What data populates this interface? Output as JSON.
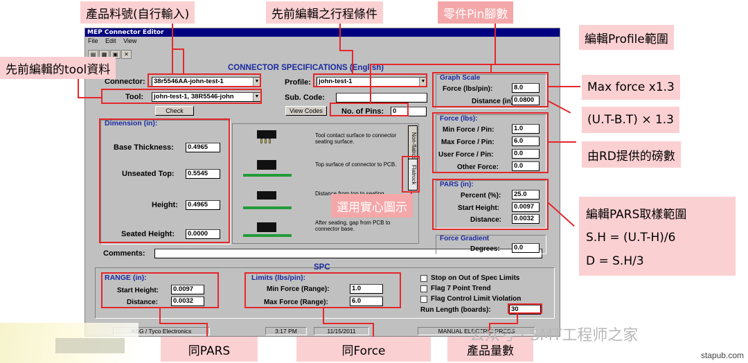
{
  "window": {
    "title": "MEP Connector Editor",
    "menu": [
      "File",
      "Edit",
      "View"
    ]
  },
  "specs": {
    "heading": "CONNECTOR SPECIFICATIONS (English)",
    "connector_label": "Connector:",
    "connector_value": "38r5546AA-john-test-1",
    "tool_label": "Tool:",
    "tool_value": "john-test-1, 38R5546-john",
    "check_button": "Check",
    "profile_label": "Profile:",
    "profile_value": "john-test-1",
    "subcode_label": "Sub. Code:",
    "subcode_value": "",
    "view_codes_button": "View Codes",
    "pins_label": "No. of Pins:",
    "pins_value": "0"
  },
  "dimension": {
    "heading": "Dimension (in):",
    "base_label": "Base Thickness:",
    "base_value": "0.4965",
    "unseated_label": "Unseated Top:",
    "unseated_value": "0.5545",
    "height_label": "Height:",
    "height_value": "0.4965",
    "seated_label": "Seated Height:",
    "seated_value": "0.0000"
  },
  "diagram": {
    "note1": "Tool contact surface to connector seating surface.",
    "note2": "Top surface of connector to PCB.",
    "note3": "Distance from top to seating ...",
    "note4": "After seating, gap from PCB to connector base.",
    "tab_nonflatrock": "Non-flatrock",
    "tab_flatrock": "Flatrock"
  },
  "comments_label": "Comments:",
  "graph_scale": {
    "heading": "Graph Scale",
    "force_label": "Force (lbs/pin):",
    "force_value": "8.0",
    "distance_label": "Distance (in):",
    "distance_value": "0.0800"
  },
  "force": {
    "heading": "Force (lbs):",
    "min_label": "Min Force / Pin:",
    "min_value": "1.0",
    "max_label": "Max Force / Pin:",
    "max_value": "6.0",
    "user_label": "User Force / Pin:",
    "user_value": "0.0",
    "other_label": "Other Force:",
    "other_value": "0.0"
  },
  "pars": {
    "heading": "PARS (in):",
    "percent_label": "Percent (%):",
    "percent_value": "25.0",
    "start_label": "Start Height:",
    "start_value": "0.0097",
    "distance_label": "Distance:",
    "distance_value": "0.0032"
  },
  "gradient": {
    "heading": "Force Gradient",
    "degrees_label": "Degrees:",
    "degrees_value": "0.0"
  },
  "spc": {
    "heading": "SPC",
    "range_heading": "RANGE (in):",
    "start_label": "Start Height:",
    "start_value": "0.0097",
    "distance_label": "Distance:",
    "distance_value": "0.0032",
    "limits_heading": "Limits (lbs/pin):",
    "min_label": "Min Force (Range):",
    "min_value": "1.0",
    "max_label": "Max Force (Range):",
    "max_value": "6.0",
    "chk_stop": "Stop on Out of Spec Limits",
    "chk_flag7": "Flag 7 Point Trend",
    "chk_flagcl": "Flag Control Limit Violation",
    "runlen_label": "Run Length (boards):",
    "runlen_value": "30"
  },
  "status": {
    "company": "ASG / Tyco Electronics",
    "time": "3:17 PM",
    "date": "11/15/2011",
    "mode": "MANUAL ELECTRIC PRESS"
  },
  "callouts": {
    "part_no": "產品料號(自行輸入)",
    "profile_prev": "先前編輯之行程條件",
    "pin_count": "零件Pin腳數",
    "profile_range": "編輯Profile範圍",
    "tool_prev": "先前編輯的tool資料",
    "max_force": "Max force x1.3",
    "ut_bt": "(U.T-B.T) × 1.3",
    "rd_force": "由RD提供的磅數",
    "choose_solid": "選用實心圖示",
    "pars_edit": "編輯PARS取樣範圍",
    "sh_formula": "S.H = (U.T-H)/6",
    "d_formula": "D = S.H/3",
    "same_pars": "同PARS",
    "same_force": "同Force",
    "qty": "產品量數"
  },
  "watermark": "公众号 · SMT工程师之家",
  "site": "stapub.com",
  "colors": {
    "highlight": "#e5262a",
    "callout_bg": "#fbd0d2",
    "heading_blue": "#1a2aa0"
  }
}
